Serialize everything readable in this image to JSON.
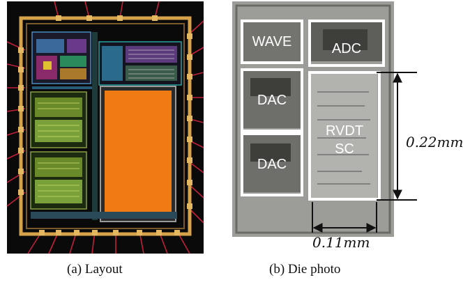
{
  "figure": {
    "layout_caption": "(a) Layout",
    "photo_caption": "(b) Die photo"
  },
  "die_photo": {
    "blocks": {
      "wave": "WAVE",
      "adc": "ADC",
      "dac_top": "DAC",
      "dac_bottom": "DAC",
      "rvdt_line1": "RVDT",
      "rvdt_line2": "SC"
    },
    "height_dimension": "0.22mm",
    "width_dimension": "0.11mm"
  },
  "colors": {
    "layout_background": "#0a0a0a",
    "analog_core": "#f07a14",
    "pad_ring": "#d6a34a",
    "bond_wire": "#c0203a",
    "photo_background": "#9a9a96",
    "block_outline": "#ffffff"
  }
}
